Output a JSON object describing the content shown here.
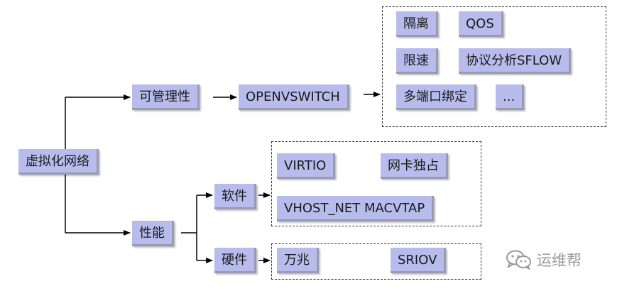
{
  "root": {
    "label": "虚拟化网络"
  },
  "manageable": {
    "label": "可管理性",
    "openvswitch": {
      "label": "OPENVSWITCH"
    },
    "features": [
      "隔离",
      "QOS",
      "限速",
      "协议分析SFLOW",
      "多端口绑定",
      "..."
    ]
  },
  "performance": {
    "label": "性能",
    "software": {
      "label": "软件",
      "items": [
        "VIRTIO",
        "网卡独占",
        "VHOST_NET MACVTAP"
      ]
    },
    "hardware": {
      "label": "硬件",
      "items": [
        "万兆",
        "SRIOV"
      ]
    }
  },
  "watermark": {
    "text": "运维帮",
    "icon": "wechat-icon"
  },
  "colors": {
    "node_fill": "#b8bcec",
    "node_shadow": "#9a9bb0",
    "line": "#000000",
    "watermark": "#9a9a9a"
  }
}
